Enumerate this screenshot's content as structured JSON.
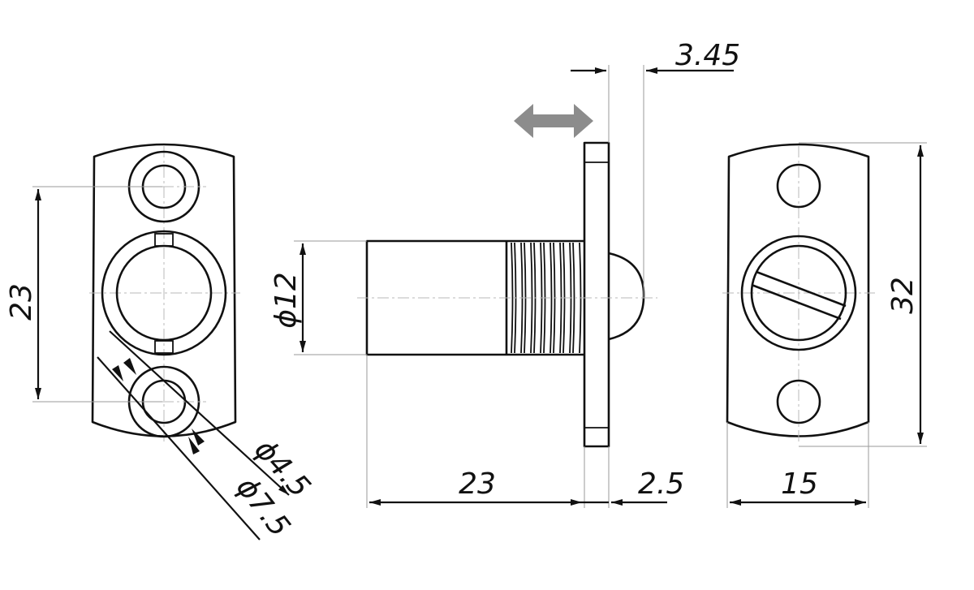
{
  "dimensions": {
    "left_height": "23",
    "bolt_diameter": "ϕ12",
    "bolt_length": "23",
    "flange_thickness": "2.5",
    "ball_protrusion": "3.45",
    "plate_height": "32",
    "plate_width": "15",
    "hole_inner": "ϕ4.5",
    "hole_outer": "ϕ7.5"
  },
  "motion_indicator": {
    "icon": "double-arrow-icon",
    "color": "#8c8c8c"
  },
  "colors": {
    "line": "#111111",
    "extension": "#9a9a9a",
    "background": "#ffffff"
  }
}
